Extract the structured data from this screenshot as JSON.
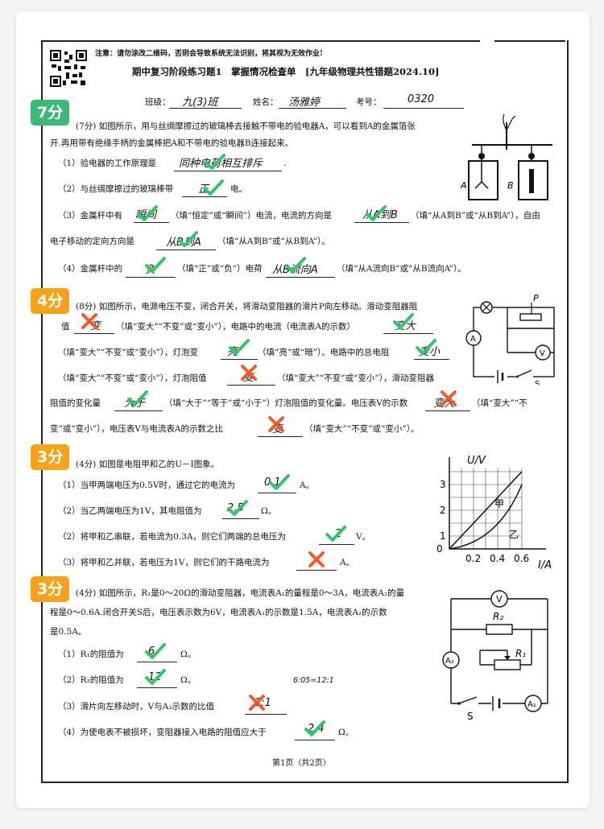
{
  "colors": {
    "check": "#36c46b",
    "cross": "#f05a28",
    "badge_green": "#3cb878",
    "badge_orange": "#f7a21b"
  },
  "header": {
    "notice": "注意：请勿涂改二维码，否则会导致系统无法识别，将其视为无效作业!",
    "title": "期中复习阶段练习题1　掌握情况检查单　[九年级物理共性错题2024.10]",
    "class_label": "班级：",
    "class_value": "九(3)班",
    "name_label": "姓名：",
    "name_value": "汤雅婷",
    "number_label": "考号：",
    "number_value": "0320"
  },
  "scores": [
    "7分",
    "4分",
    "3分",
    "3分"
  ],
  "q1": {
    "stem1": "(7分) 如图所示，用与丝绸摩擦过的玻璃棒去接触不带电的验电器A，可以看到A的金属箔张",
    "stem2": "开.再用带有绝缘手柄的金属棒把A和不带电的验电器B连接起来。",
    "p1_pre": "（1）验电器的工作原理是",
    "p1_ans": "同种电荷相互排斥",
    "p1_post": ".",
    "p2_pre": "（2）与丝绸摩擦过的玻璃棒带",
    "p2_ans": "正",
    "p2_post": "电。",
    "p3_pre": "（3）金属杆中有",
    "p3_ans1": "瞬间",
    "p3_mid": "（填“恒定”或“瞬间”）电流，电流的方向是",
    "p3_ans2": "从A到B",
    "p3_post": "（填“从A到B”或“从B到A”），自由",
    "p3_line2_pre": "电子移动的定向方向是",
    "p3_ans3": "从B到A",
    "p3_line2_post": "（填“从A到B”或“从B到A”）。",
    "p4_pre": "（4）金属杆中的",
    "p4_ans1": "负",
    "p4_mid": "（填“正”或“负”）电荷",
    "p4_ans2": "从B流向A",
    "p4_post": "（填“从A流向B”或“从B流向A”）。",
    "fig_a": "A",
    "fig_b": "B"
  },
  "q2": {
    "l1": "(8分) 如图所示，电源电压不变，闭合开关，将滑动变阻器的滑片P向左移动。滑动变阻器阻",
    "l2_pre": "值",
    "l2_ans1": "变",
    "l2_mid": "（填“变大”“不变”或“变小”），电路中的电流（电流表A的示数）",
    "l2_ans2": "变大",
    "l3_pre": "（填“变大”“不变”或“变小”），灯泡变",
    "l3_ans1": "亮",
    "l3_mid": "（填“亮”或“暗”）。电路中的总电阻",
    "l3_ans2": "变小",
    "l4_pre": "（填“变大”“不变”或“变小”），灯泡阻值",
    "l4_ans": "变",
    "l4_post": "（填“变大”“不变”或“变小”），滑动变阻器",
    "l5_pre": "阻值的变化量",
    "l5_ans1": "大于",
    "l5_mid": "（填“大于”“等于”或“小于”）灯泡阻值的变化量。电压表V的示数",
    "l5_ans2": "变大",
    "l5_post": "（填“变大”“不",
    "l6_pre": "变”或“变小”），电压表V与电流表A的示数之比",
    "l6_ans": "变",
    "l6_post": "（填“变大”“不变”或“变小”）。",
    "fig_p": "P",
    "fig_a": "A",
    "fig_v": "V",
    "fig_s": "S"
  },
  "q3": {
    "stem": "(4分) 如图是电阻甲和乙的U－I图象。",
    "p1_pre": "（1）当甲两端电压为0.5V时，通过它的电流为",
    "p1_ans": "0.1",
    "p1_post": "A。",
    "p2_pre": "（2）当乙两端电压为1V，其电阻值为",
    "p2_ans": "2.5",
    "p2_post": "Ω。",
    "p3_pre": "（2）将甲和乙串联，若电流为0.3A，则它们两端的总电压为",
    "p3_ans": "2",
    "p3_post": "V。",
    "p4_pre": "（3）将甲和乙并联，若电压为1V，则它们的干路电流为",
    "p4_post": "A。",
    "graph": {
      "ylabel": "U/V",
      "xlabel": "I/A",
      "y_ticks": [
        "0",
        "1",
        "2",
        "3"
      ],
      "x_ticks": [
        "0.2",
        "0.4",
        "0.6"
      ],
      "label_jia": "甲",
      "label_yi": "乙"
    }
  },
  "q4": {
    "l1": "(4分) 如图所示，R₁是0～20Ω的滑动变阻器，电流表A₁的量程是0～3A，电流表A₂的量",
    "l2": "程是0～0.6A.闭合开关S后，电压表示数为6V，电流表A₁的示数是1.5A，电流表A₂的示数",
    "l3": "是0.5A。",
    "p1_pre": "（1）R₁的阻值为",
    "p1_ans": "6",
    "p1_post": "Ω。",
    "p2_pre": "（2）R₂的阻值为",
    "p2_ans": "12",
    "p2_post": "Ω。",
    "scratch": "6:05=12:1",
    "p3_pre": "（3）滑片向左移动时，V与A₂示数的比值",
    "p3_ans": "2:1",
    "p4_pre": "（4）为使电表不被损坏，变阻器接入电路的阻值应大于",
    "p4_ans": "2.4",
    "p4_post": "Ω。",
    "fig_v": "V",
    "fig_r2": "R₂",
    "fig_r1": "R₁",
    "fig_a2": "A₂",
    "fig_a1": "A₁",
    "fig_s": "S"
  },
  "footer": "第1页（共2页）"
}
